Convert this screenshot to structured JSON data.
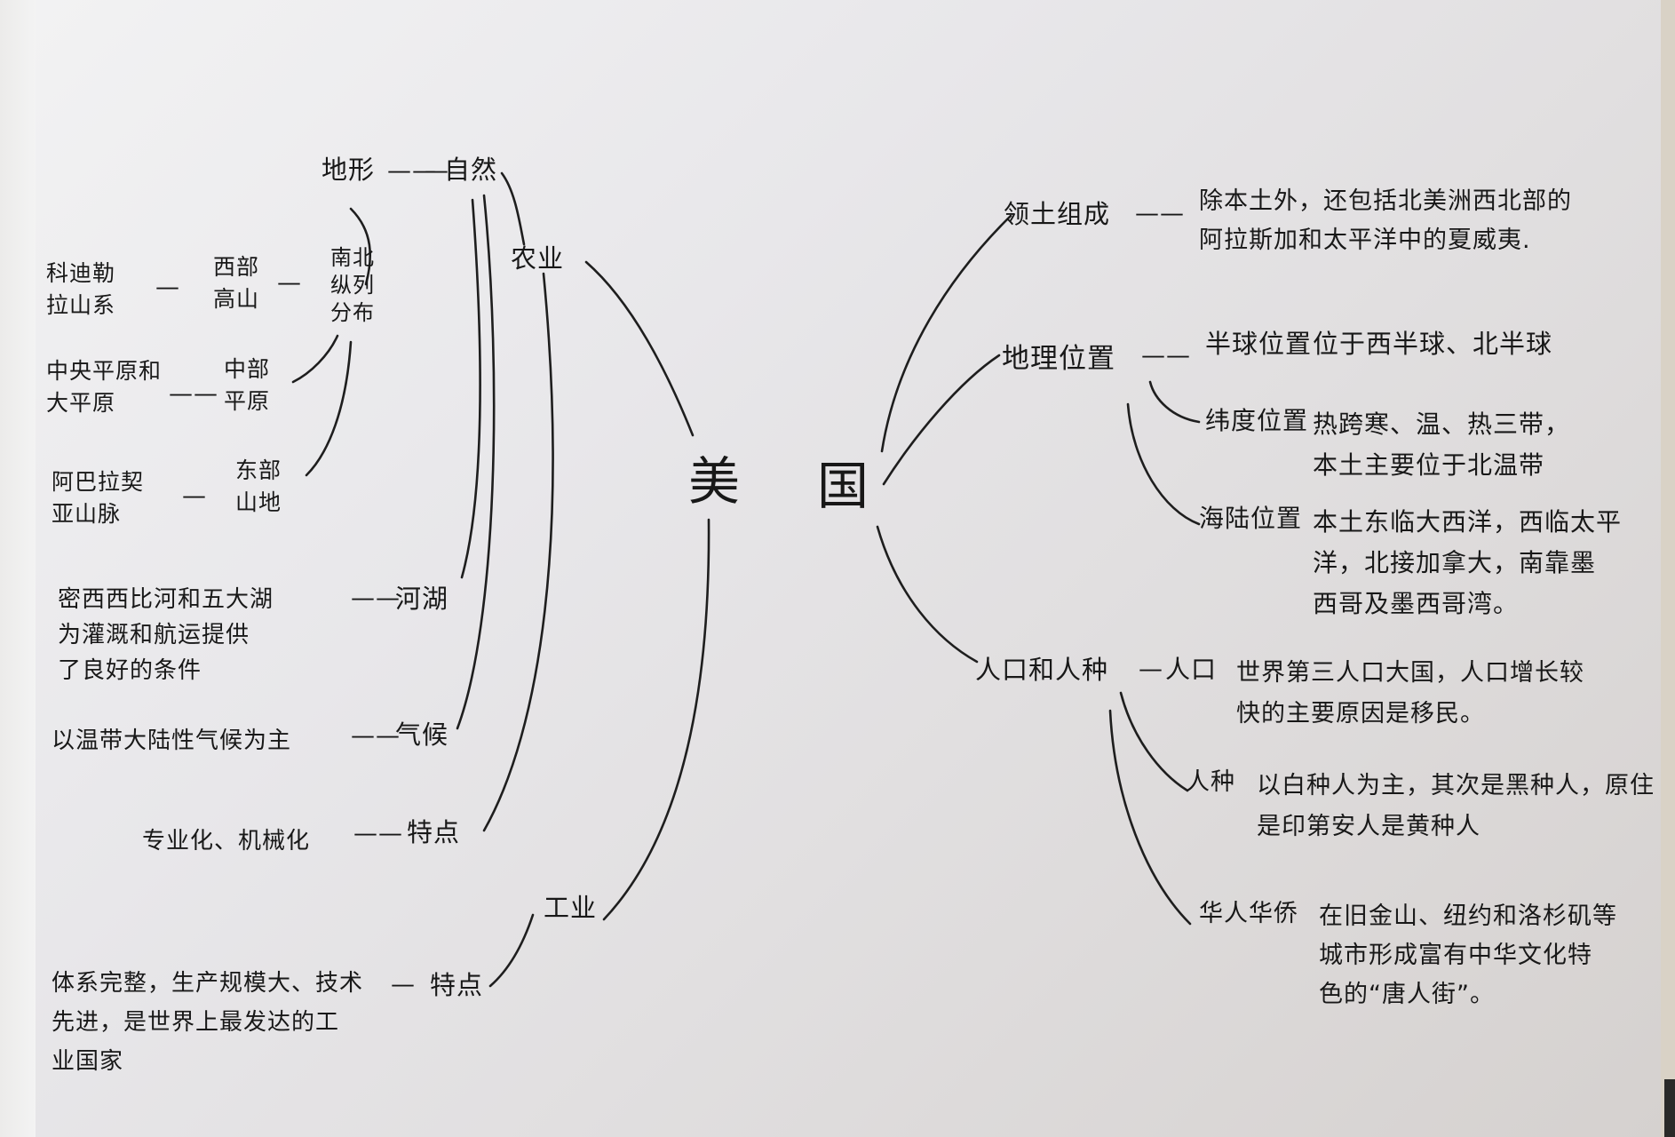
{
  "title": "美国",
  "title_chars": [
    "美",
    "国"
  ],
  "left": {
    "agriculture": {
      "label": "农业",
      "nature": {
        "label": "自然",
        "terrain": {
          "label": "地形",
          "pattern": "南北\n纵列\n分布",
          "regions": [
            {
              "name": "西部\n高山",
              "detail": "科迪勒\n拉山系"
            },
            {
              "name": "中部\n平原",
              "detail": "中央平原和\n大平原"
            },
            {
              "name": "东部\n山地",
              "detail": "阿巴拉契\n亚山脉"
            }
          ]
        },
        "rivers": {
          "label": "河湖",
          "detail": "密西西比河和五大湖\n为灌溉和航运提供\n了良好的条件"
        },
        "climate": {
          "label": "气候",
          "detail": "以温带大陆性气候为主"
        }
      },
      "features": {
        "label": "特点",
        "detail": "专业化、机械化"
      }
    },
    "industry": {
      "label": "工业",
      "features": {
        "label": "特点",
        "detail": "体系完整，生产规模大、技术\n先进，是世界上最发达的工\n业国家"
      }
    }
  },
  "right": {
    "territory": {
      "label": "领土组成",
      "detail": "除本土外，还包括北美洲西北部的\n阿拉斯加和太平洋中的夏威夷."
    },
    "location": {
      "label": "地理位置",
      "items": [
        {
          "label": "半球位置",
          "detail": "位于西半球、北半球"
        },
        {
          "label": "纬度位置",
          "detail": "热跨寒、温、热三带，\n本土主要位于北温带"
        },
        {
          "label": "海陆位置",
          "detail": "本土东临大西洋，西临太平\n洋，北接加拿大，南靠墨\n西哥及墨西哥湾。"
        }
      ]
    },
    "population": {
      "label": "人口和人种",
      "items": [
        {
          "label": "人口",
          "detail": "世界第三人口大国，人口增长较\n快的主要原因是移民。"
        },
        {
          "label": "人种",
          "detail": "以白种人为主，其次是黑种人，原住\n是印第安人是黄种人"
        },
        {
          "label": "华人华侨",
          "detail": "在旧金山、纽约和洛杉矶等\n城市形成富有中华文化特\n色的“唐人街”。"
        }
      ]
    }
  },
  "colors": {
    "ink": "#181818",
    "paper": "#ebeaec",
    "background": "#d9d2c6"
  }
}
